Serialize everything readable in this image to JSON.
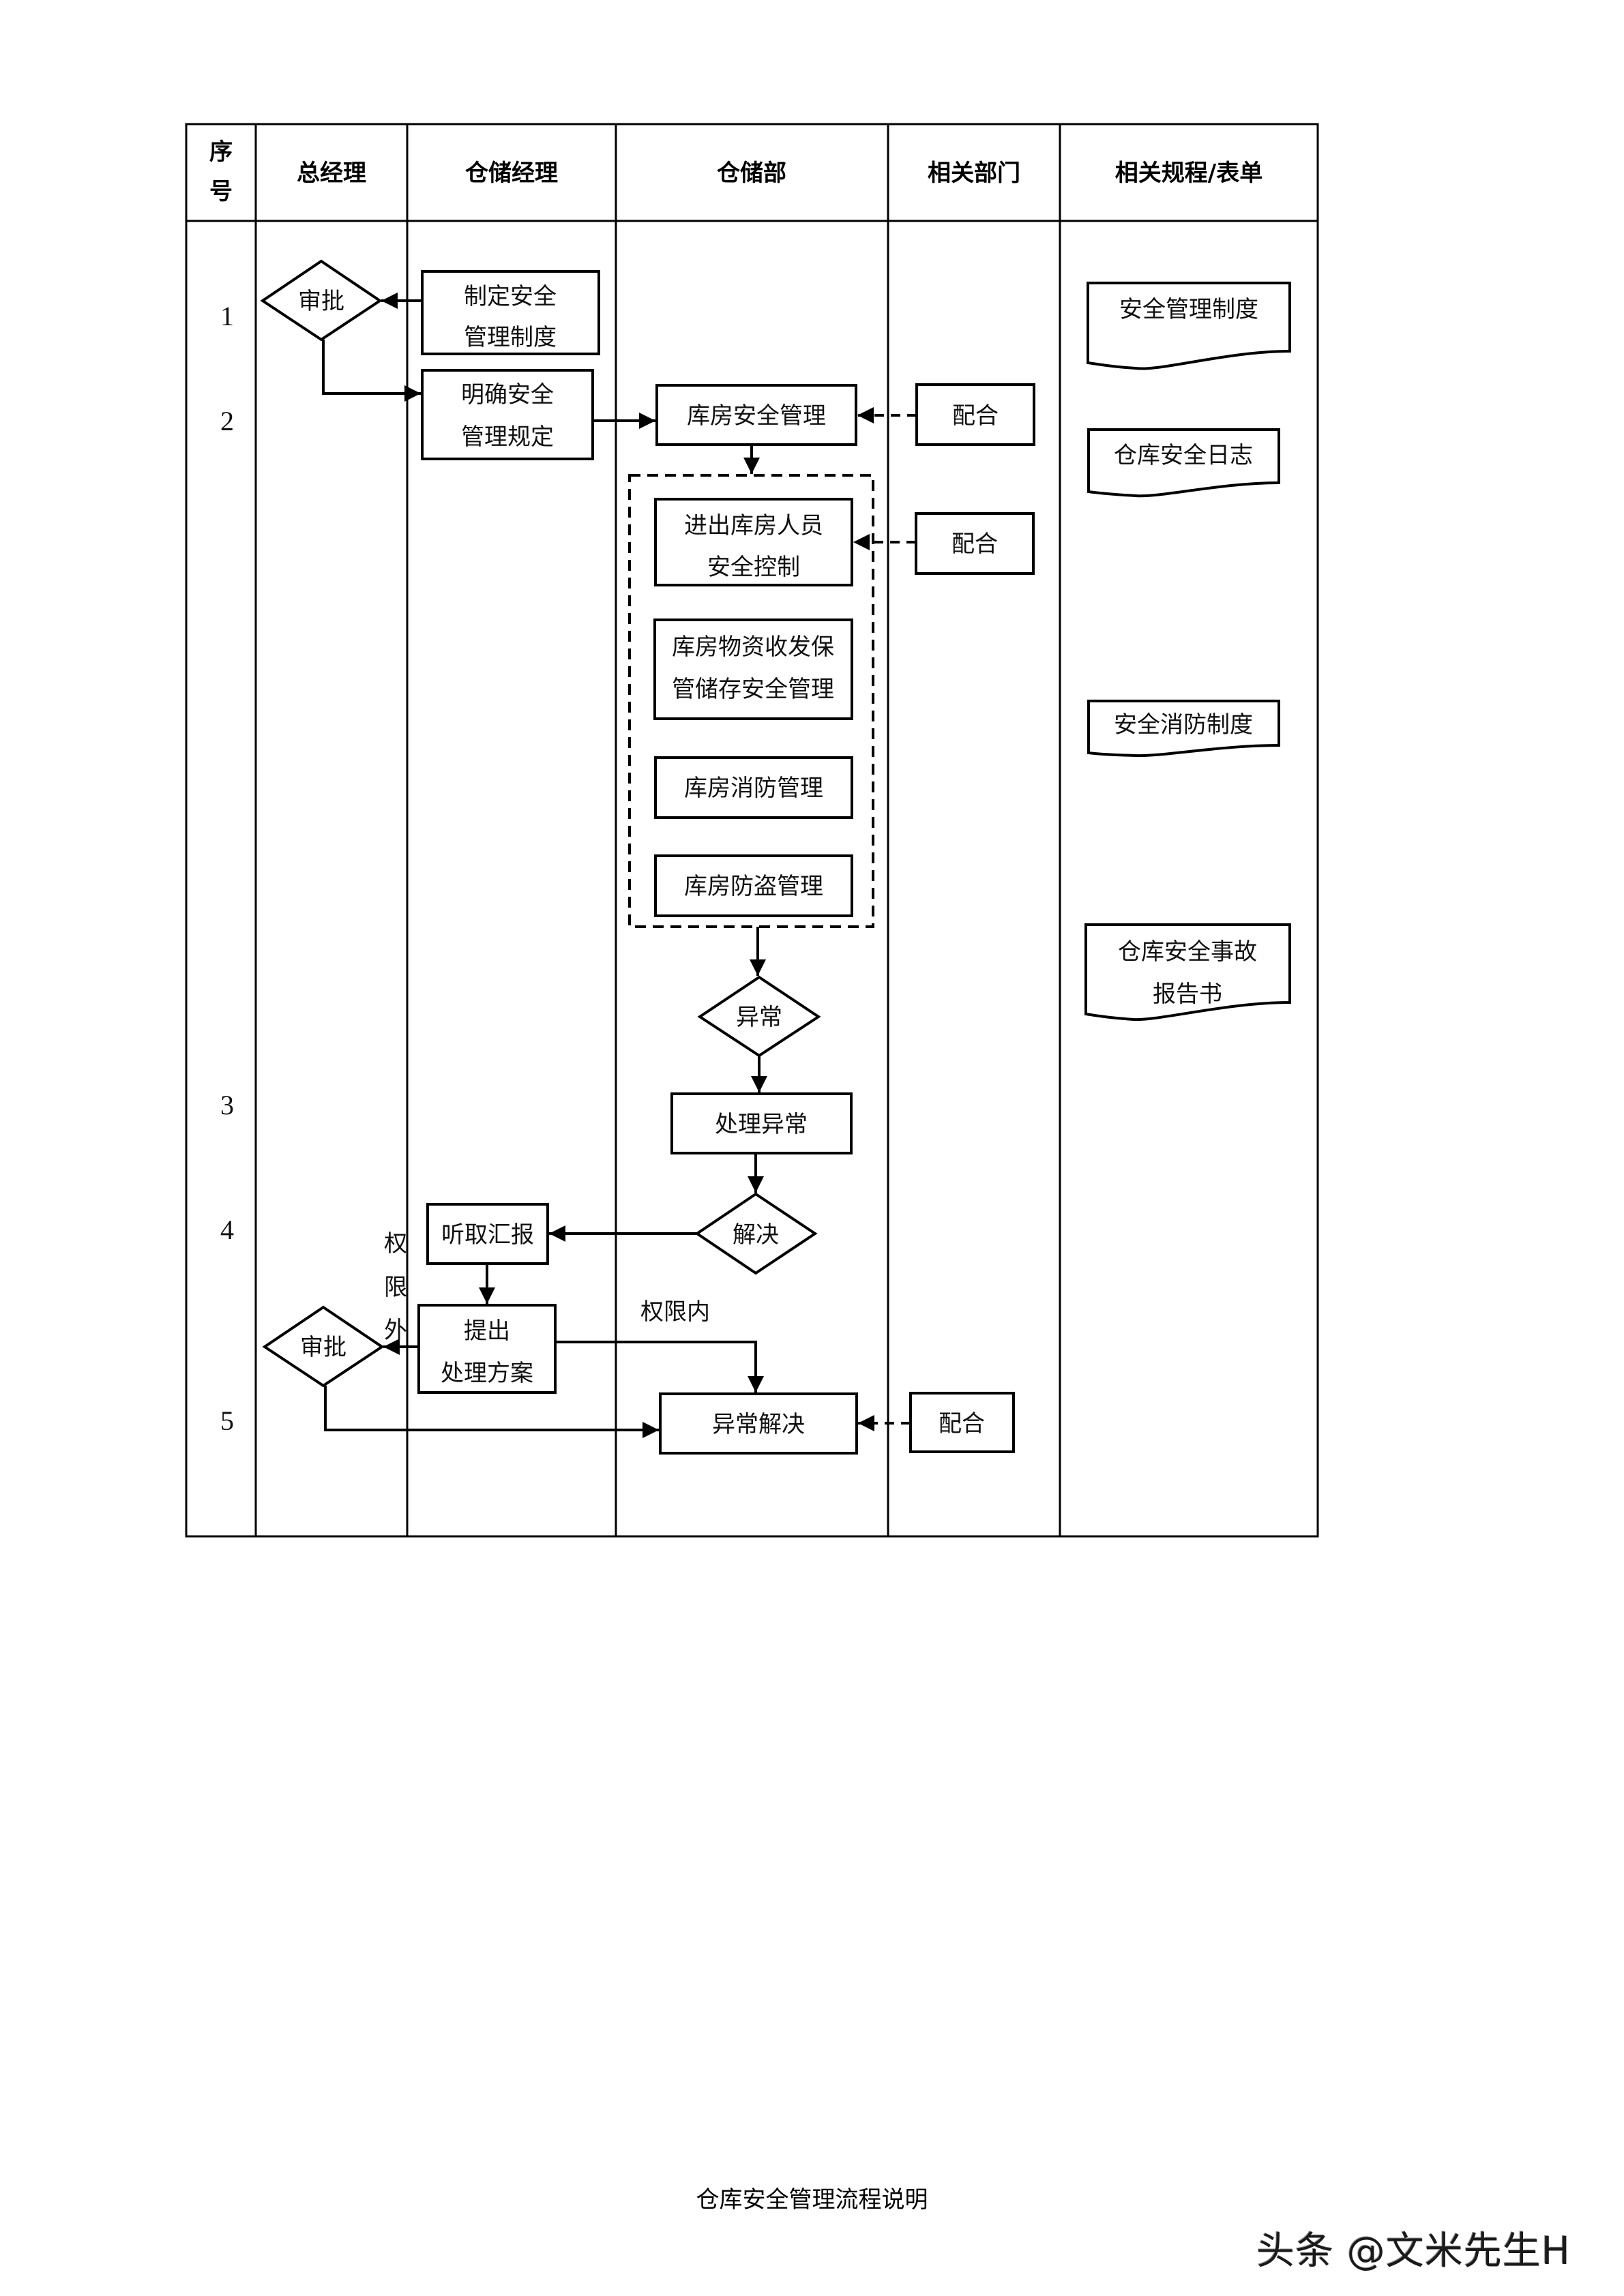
{
  "document": {
    "footer_title": "仓库安全管理流程说明",
    "watermark": "头条 @文米先生H"
  },
  "table": {
    "headers": [
      "序号",
      "总经理",
      "仓储经理",
      "仓储部",
      "相关部门",
      "相关规程/表单"
    ],
    "header_seq_lines": [
      "序",
      "号"
    ],
    "row_numbers": [
      "1",
      "2",
      "3",
      "4",
      "5"
    ]
  },
  "nodes": {
    "approve_1": "审批",
    "formulate_rules": [
      "制定安全",
      "管理制度"
    ],
    "clarify_rules": [
      "明确安全",
      "管理规定"
    ],
    "warehouse_safety_mgmt": "库房安全管理",
    "cooperate_1": "配合",
    "personnel_control": [
      "进出库房人员",
      "安全控制"
    ],
    "cooperate_2": "配合",
    "materials_mgmt": [
      "库房物资收发保",
      "管储存安全管理"
    ],
    "fire_mgmt": "库房消防管理",
    "theft_mgmt": "库房防盗管理",
    "abnormal_decision": "异常",
    "handle_abnormal": "处理异常",
    "resolved_decision": "解决",
    "hear_report": "听取汇报",
    "propose_plan": [
      "提出",
      "处理方案"
    ],
    "approve_2": "审批",
    "resolve_abnormal": "异常解决",
    "cooperate_3": "配合"
  },
  "labels": {
    "outside_authority": [
      "权",
      "限",
      "外"
    ],
    "within_authority": "权限内"
  },
  "documents": {
    "doc_safety_rules": [
      "安全管理制度"
    ],
    "doc_safety_log": [
      "仓库安全日志"
    ],
    "doc_fire_rules": [
      "安全消防制度"
    ],
    "doc_accident_report": [
      "仓库安全事故",
      "报告书"
    ]
  }
}
